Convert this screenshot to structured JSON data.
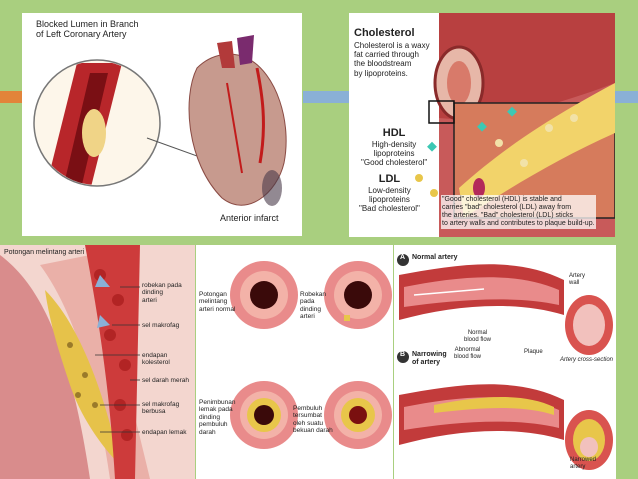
{
  "panel1": {
    "caption_line1": "Blocked Lumen in Branch",
    "caption_line2": "of Left Coronary Artery",
    "label_infarct": "Anterior infarct"
  },
  "panel2": {
    "title": "Cholesterol",
    "desc_line1": "Cholesterol is a waxy",
    "desc_line2": "fat carried through",
    "desc_line3": "the bloodstream",
    "desc_line4": "by lipoproteins.",
    "hdl_title": "HDL",
    "hdl_line1": "High-density",
    "hdl_line2": "lipoproteins",
    "hdl_line3": "\"Good cholesterol\"",
    "ldl_title": "LDL",
    "ldl_line1": "Low-density",
    "ldl_line2": "lipoproteins",
    "ldl_line3": "\"Bad cholesterol\"",
    "note_line1": "\"Good\" cholesterol (HDL) is stable and",
    "note_line2": "carries \"bad\" cholesterol (LDL) away from",
    "note_line3": "the arteries. \"Bad\" cholesterol (LDL) sticks",
    "note_line4": "to artery walls and contributes to plaque build-up."
  },
  "panel3": {
    "title": "Potongan melintang arteri",
    "label1_line1": "robekan pada dinding",
    "label1_line2": "arteri",
    "label2": "sel makrofag",
    "label3": "endapan kolesterol",
    "label4": "sel darah merah",
    "label5_line1": "sel makrofag",
    "label5_line2": "berbusa",
    "label6": "endapan lemak"
  },
  "panel4": {
    "a_line1": "Potongan",
    "a_line2": "melintang",
    "a_line3": "arteri normal",
    "b_line1": "Robekan",
    "b_line2": "pada",
    "b_line3": "dinding",
    "b_line4": "arteri",
    "c_line1": "Penimbunan",
    "c_line2": "lemak pada",
    "c_line3": "dinding",
    "c_line4": "pembuluh",
    "c_line5": "darah",
    "d_line1": "Pembuluh",
    "d_line2": "tersumbat",
    "d_line3": "oleh suatu",
    "d_line4": "bekuan darah"
  },
  "panel5": {
    "badge_a": "A",
    "title_a": "Normal artery",
    "artery_wall": "Artery",
    "artery_wall2": "wall",
    "normal_flow1": "Normal",
    "normal_flow2": "blood flow",
    "cross_section": "Artery cross-section",
    "badge_b": "B",
    "title_b1": "Narrowing",
    "title_b2": "of artery",
    "abnormal1": "Abnormal",
    "abnormal2": "blood flow",
    "plaque": "Plaque",
    "narrowed1": "Narrowed",
    "narrowed2": "artery"
  },
  "colors": {
    "frame_green": "#a9cf7f",
    "accent_orange": "#e2843a",
    "accent_blue": "#8ab0d6",
    "artery_red": "#c23b3b",
    "plaque_yellow": "#e8c64a"
  }
}
